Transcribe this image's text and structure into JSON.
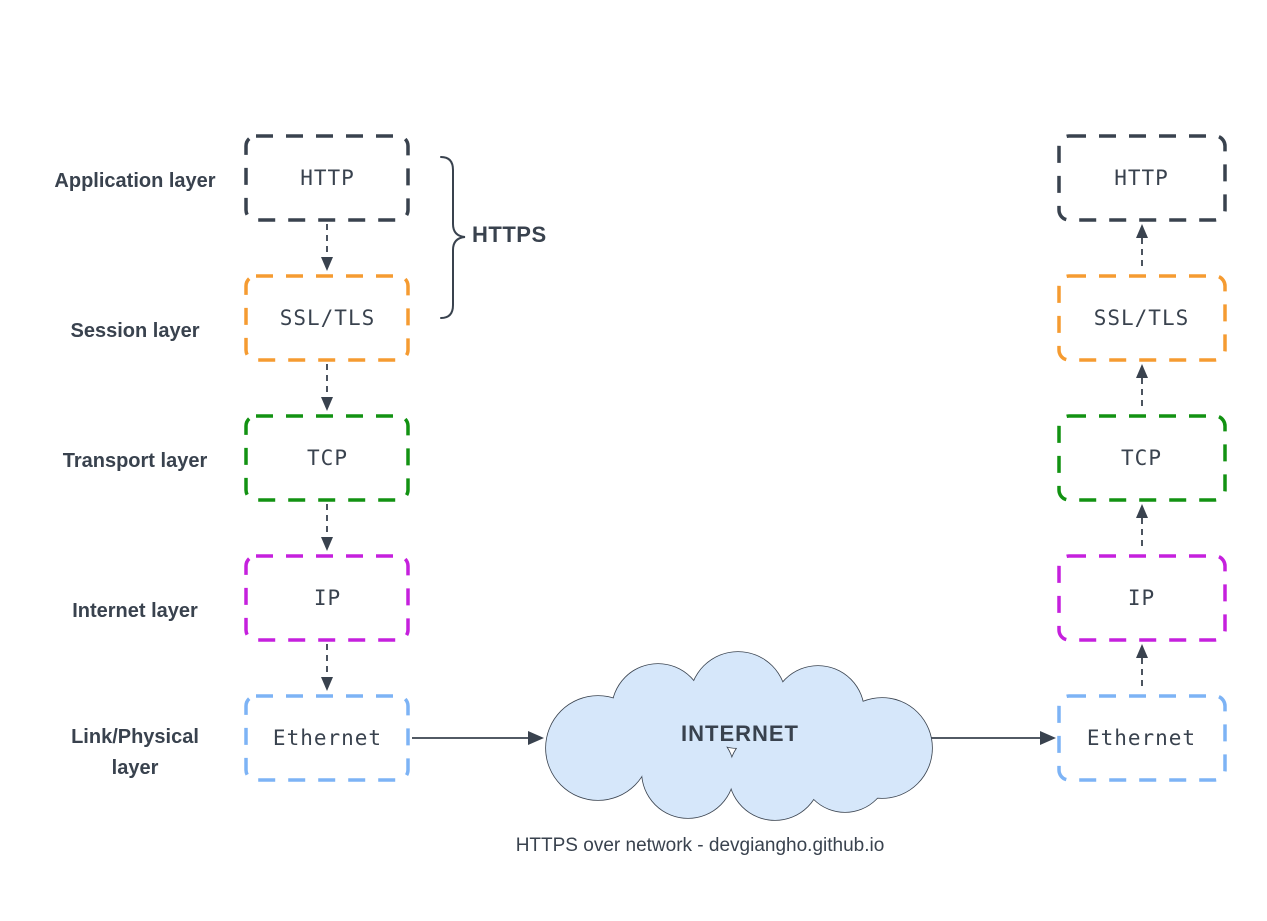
{
  "diagram": {
    "caption": "HTTPS over network - devgiangho.github.io",
    "https_group_label": "HTTPS",
    "cloud_label": "INTERNET",
    "ink_color": "#39424E",
    "cloud_fill": "#D6E7FA",
    "layers": [
      {
        "label": "Application layer",
        "protocol": "HTTP",
        "color": "#39424E"
      },
      {
        "label": "Session layer",
        "protocol": "SSL/TLS",
        "color": "#F59B31"
      },
      {
        "label": "Transport layer",
        "protocol": "TCP",
        "color": "#129212"
      },
      {
        "label": "Internet layer",
        "protocol": "IP",
        "color": "#C520DD"
      },
      {
        "label": "Link/Physical layer",
        "protocol": "Ethernet",
        "color": "#7DB3F5"
      }
    ]
  }
}
